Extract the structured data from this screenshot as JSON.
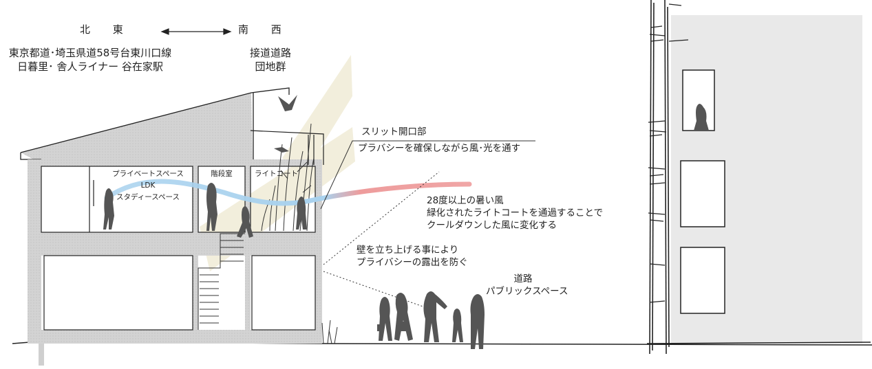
{
  "orientation": {
    "north_east": "北 東",
    "south_west": "南 西",
    "north_road_line1": "東京都道･埼玉県道58号台東川口線",
    "north_road_line2": "日暮里･ 舎人ライナー 谷在家駅",
    "south_road_line1": "接道道路",
    "south_road_line2": "団地群"
  },
  "rooms": {
    "private_line1": "プライベートスペース",
    "private_line2": "LDK",
    "private_line3": "スタディースペース",
    "stair_room": "階段室",
    "light_court": "ライトコート"
  },
  "callouts": {
    "slit_title": "スリット開口部",
    "slit_desc": "プラバシーを確保しながら風･光を通す",
    "wind_line1": "28度以上の暑い風",
    "wind_line2": "緑化されたライトコートを通過することで",
    "wind_line3": "クールダウンした風に変化する",
    "wall_line1": "壁を立ち上げる事により",
    "wall_line2": "プライバシーの露出を防ぐ",
    "road_line1": "道路",
    "road_line2": "パブリックスペース"
  },
  "colors": {
    "hatch": "#cfcfcf",
    "sunlight": "#f2eedc",
    "cool_wind": "#a9d2ee",
    "hot_wind": "#ee9c9c",
    "neighbor": "#e9e9e9",
    "figure": "#555555"
  }
}
